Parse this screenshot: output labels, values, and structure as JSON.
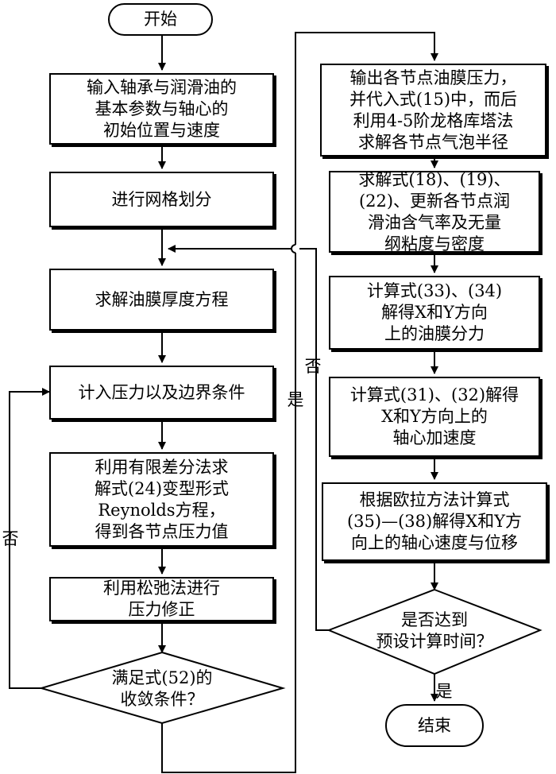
{
  "nodes": {
    "start": "开始",
    "input_params": "输入轴承与润滑油的\n基本参数与轴心的\n初始位置与速度",
    "mesh": "进行网格划分",
    "film_thickness": "求解油膜厚度方程",
    "pressure_boundary": "计入压力以及边界条件",
    "finite_difference": "利用有限差分法求\n解式(24)变型形式\nReynolds方程，\n得到各节点压力值",
    "relaxation": "利用松弛法进行\n压力修正",
    "convergence": "满足式(52)的\n收敛条件？",
    "output_pressure": "输出各节点油膜压力，\n并代入式(15)中，而后\n利用4-5阶龙格库塔法\n求解各节点气泡半径",
    "update_gas": "求解式(18)、(19)、\n(22)、更新各节点润\n滑油含气率及无量\n纲粘度与密度",
    "film_force": "计算式(33)、(34)\n解得X和Y方向\n上的油膜分力",
    "acceleration": "计算式(31)、(32)解得\nX和Y方向上的\n轴心加速度",
    "euler": "根据欧拉方法计算式\n(35)—(38)解得X和Y方\n向上的轴心速度与位移",
    "time_check": "是否达到\n预设计算时间？",
    "end": "结束"
  },
  "edge_labels": {
    "no_convergence": "否",
    "yes_convergence": "是",
    "no_time": "否",
    "yes_time": "是"
  }
}
